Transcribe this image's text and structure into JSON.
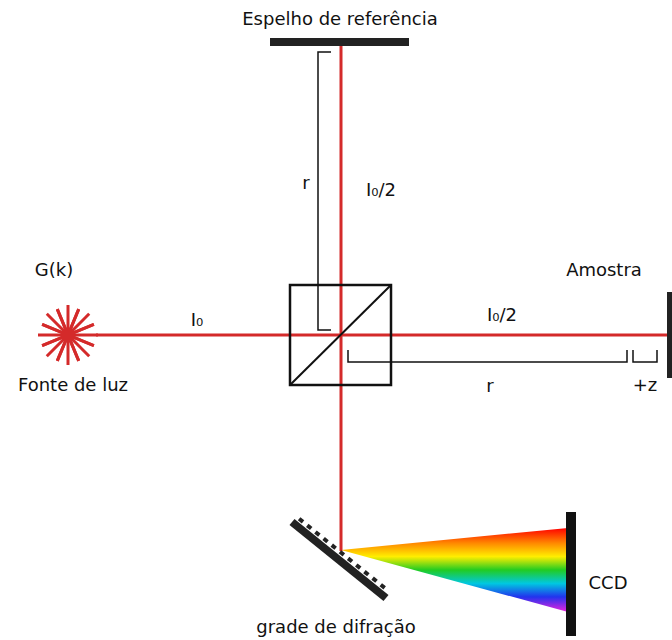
{
  "diagram": {
    "nodes": [
      {
        "text": [
          "Espelho de referência"
        ]
      },
      {
        "text": [
          "G(k)",
          "Fonte de luz"
        ]
      },
      {
        "text": [
          "Amostra"
        ]
      },
      {
        "text": [
          "CCD"
        ]
      },
      {
        "text": [
          "grade de difração"
        ]
      }
    ],
    "labels": [
      "r",
      "I₀/2",
      "I₀",
      "I₀/2",
      "r",
      "+z"
    ]
  }
}
